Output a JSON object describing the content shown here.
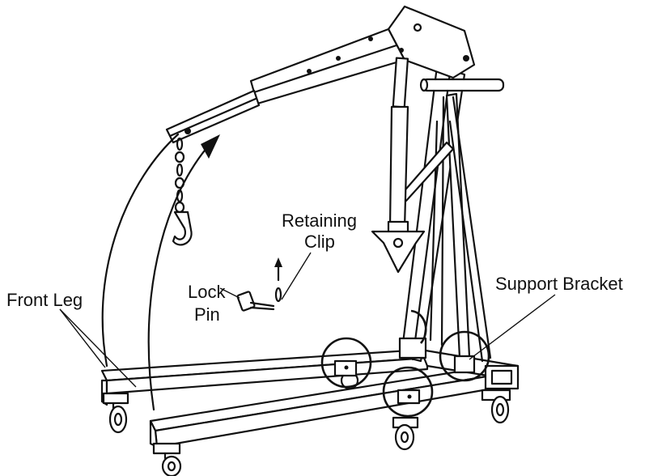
{
  "labels": {
    "retaining_clip_line1": "Retaining",
    "retaining_clip_line2": "Clip",
    "lock_pin_line1": "Lock",
    "lock_pin_line2": "Pin",
    "front_leg": "Front Leg",
    "support_bracket": "Support Bracket"
  }
}
